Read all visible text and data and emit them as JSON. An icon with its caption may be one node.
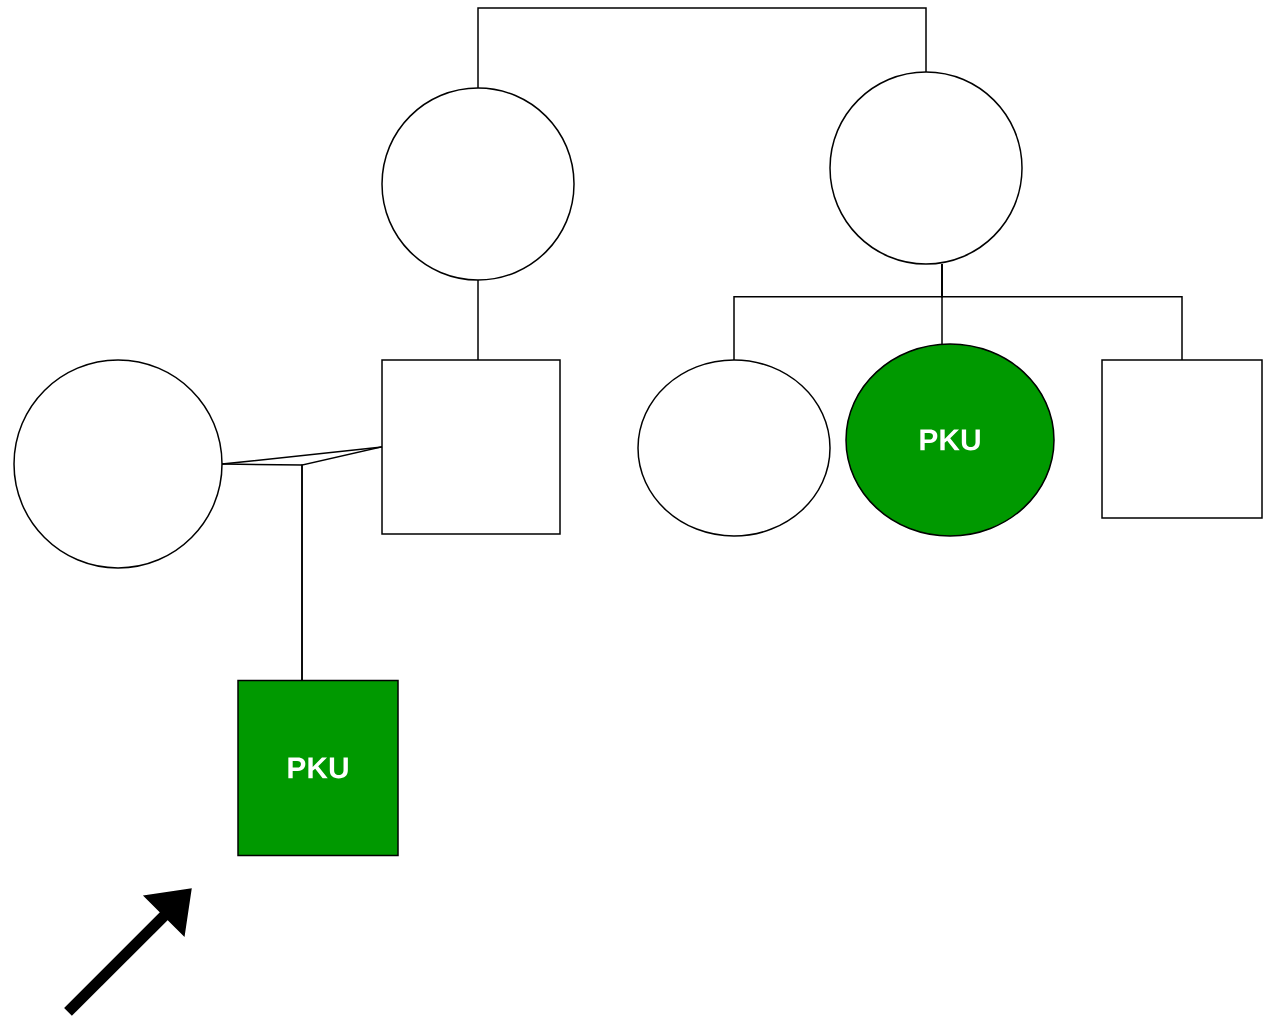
{
  "diagram": {
    "nodes": [
      {
        "text": [],
        "shape": "circle"
      },
      {
        "text": [],
        "shape": "circle"
      },
      {
        "text": [],
        "shape": "circle"
      },
      {
        "text": [],
        "shape": "box"
      },
      {
        "text": [],
        "shape": "circle"
      },
      {
        "text": [
          "PKU"
        ]
      },
      {
        "text": [],
        "shape": "box"
      },
      {
        "text": [
          "PKU"
        ]
      }
    ],
    "edges": [
      {
        "from": 0,
        "to": 1,
        "arrow": "none"
      },
      {
        "from": 0,
        "to": 3,
        "arrow": "none"
      },
      {
        "from": 1,
        "to": 4,
        "arrow": "none"
      },
      {
        "from": 1,
        "to": 5,
        "arrow": "none"
      },
      {
        "from": 1,
        "to": 6,
        "arrow": "none"
      },
      {
        "from": 2,
        "to": 3,
        "arrow": "none"
      },
      {
        "from": 2,
        "to": 7,
        "arrow": "none"
      },
      {
        "from": 3,
        "to": 7,
        "arrow": "none"
      }
    ]
  }
}
